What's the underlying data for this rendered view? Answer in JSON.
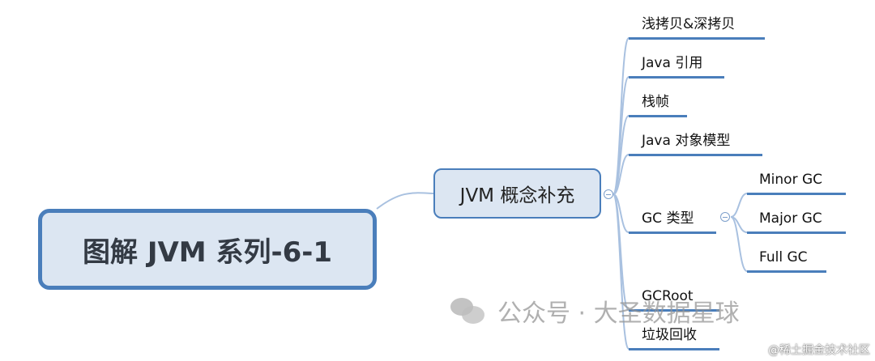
{
  "root": {
    "label": "图解 JVM 系列-6-1"
  },
  "main_topic": {
    "label": "JVM 概念补充"
  },
  "subtopics": [
    {
      "label": "浅拷贝&深拷贝"
    },
    {
      "label": "Java 引用"
    },
    {
      "label": "栈帧"
    },
    {
      "label": "Java 对象模型"
    },
    {
      "label": "GC 类型",
      "children": [
        {
          "label": "Minor GC"
        },
        {
          "label": "Major GC"
        },
        {
          "label": "Full GC"
        }
      ]
    },
    {
      "label": "GCRoot"
    },
    {
      "label": "垃圾回收"
    }
  ],
  "watermark": {
    "text": "公众号 · 大圣数据星球"
  },
  "footer": {
    "text": "@稀土掘金技术社区"
  },
  "colors": {
    "accent": "#4a7ebb",
    "node_fill": "#dce6f2",
    "connector": "#a9c1e0"
  }
}
